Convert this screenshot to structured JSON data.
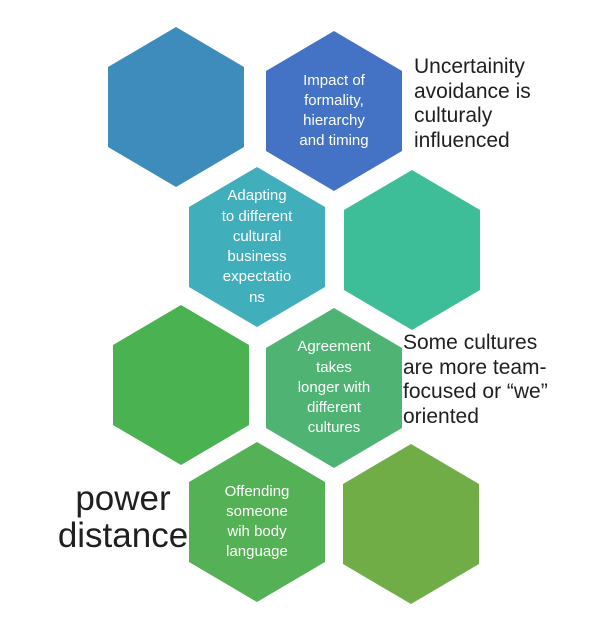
{
  "canvas": {
    "background": "#ffffff"
  },
  "palette": {
    "hex_text_color": "#ffffff",
    "note_text_color": "#1f1f1f"
  },
  "hexagons": [
    {
      "role": "top-left-empty",
      "color": "#3E8CBC",
      "lines": []
    },
    {
      "role": "impact-of-formality",
      "color": "#4472C4",
      "lines": [
        "Impact of",
        "formality,",
        "hierarchy",
        "and timing"
      ]
    },
    {
      "role": "adapting-cultural-expectations",
      "color": "#41AEBC",
      "lines": [
        "Adapting",
        "to different",
        "cultural",
        "business",
        "expectatio",
        "ns"
      ]
    },
    {
      "role": "middle-right-empty",
      "color": "#3DBD98",
      "lines": []
    },
    {
      "role": "lower-left-empty",
      "color": "#4AB251",
      "lines": []
    },
    {
      "role": "agreement-takes-longer",
      "color": "#4FB374",
      "lines": [
        "Agreement",
        "takes",
        "longer with",
        "different",
        "cultures"
      ]
    },
    {
      "role": "offending-body-language",
      "color": "#55B155",
      "lines": [
        "Offending",
        "someone",
        "wih body",
        "language"
      ]
    },
    {
      "role": "bottom-right-empty",
      "color": "#70AD47",
      "lines": []
    }
  ],
  "annotations": {
    "uncertainty_note": {
      "lines": [
        "Uncertainity",
        "avoidance is",
        "culturaly",
        "influenced"
      ]
    },
    "team_note": {
      "lines": [
        "Some cultures",
        "are more team-",
        "focused or “we”",
        "oriented"
      ]
    },
    "power_distance_label": {
      "lines": [
        "power",
        "distance"
      ]
    }
  }
}
